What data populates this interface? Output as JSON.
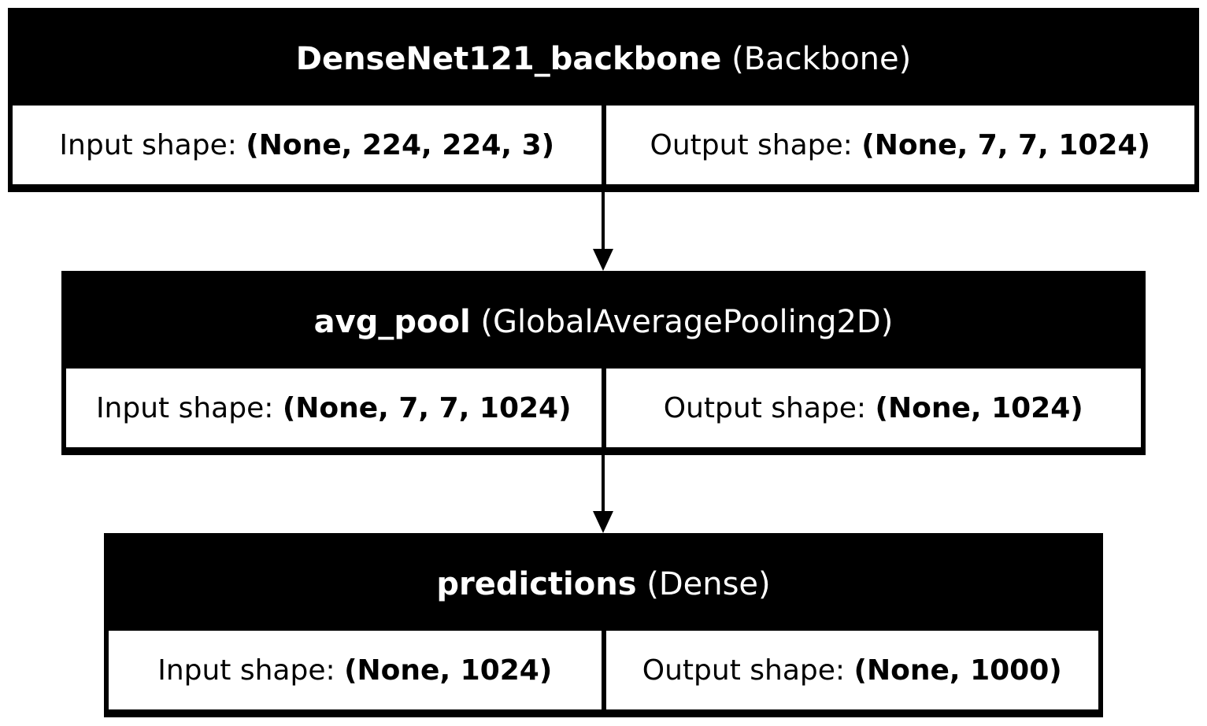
{
  "layers": [
    {
      "name": "DenseNet121_backbone",
      "type": "(Backbone)",
      "input_label": "Input shape: ",
      "input_shape": "(None, 224, 224, 3)",
      "output_label": "Output shape: ",
      "output_shape": "(None, 7, 7, 1024)"
    },
    {
      "name": "avg_pool",
      "type": "(GlobalAveragePooling2D)",
      "input_label": "Input shape: ",
      "input_shape": "(None, 7, 7, 1024)",
      "output_label": "Output shape: ",
      "output_shape": "(None, 1024)"
    },
    {
      "name": "predictions",
      "type": "(Dense)",
      "input_label": "Input shape: ",
      "input_shape": "(None, 1024)",
      "output_label": "Output shape: ",
      "output_shape": "(None, 1000)"
    }
  ],
  "edges": [
    {
      "from": "DenseNet121_backbone",
      "to": "avg_pool"
    },
    {
      "from": "avg_pool",
      "to": "predictions"
    }
  ],
  "colors": {
    "node_fill": "#000000",
    "header_text": "#ffffff",
    "cell_fill": "#ffffff",
    "edge": "#000000"
  }
}
